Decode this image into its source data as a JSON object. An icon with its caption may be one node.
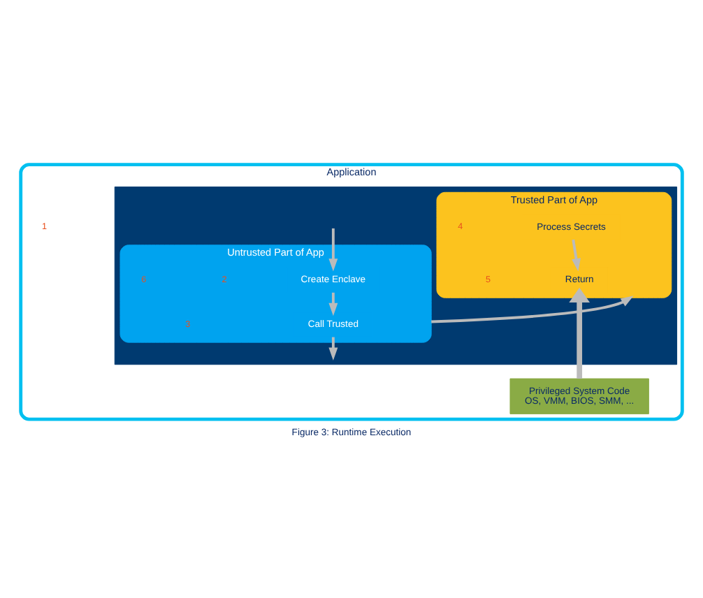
{
  "diagram": {
    "caption": "Figure 3: Runtime Execution",
    "nodes": [
      {
        "text": [
          "Application"
        ]
      },
      {
        "text": [],
        "shape": "box",
        "in": 0
      },
      {
        "text": [
          "Untrusted Part of App"
        ],
        "in": 1
      },
      {
        "text": [
          "Create Enclave"
        ],
        "in": 2
      },
      {
        "text": [
          "Call Trusted"
        ],
        "in": 2
      },
      {
        "text": [
          "Trusted Part of App"
        ],
        "in": 1
      },
      {
        "text": [
          "Process Secrets"
        ],
        "in": 5
      },
      {
        "text": [
          "Return"
        ],
        "in": 5
      },
      {
        "text": [
          "Privileged System Code",
          "OS, VMM, BIOS, SMM, ..."
        ],
        "in": 0
      }
    ],
    "edges": [
      {
        "from": null,
        "to": 3,
        "arrow": "to"
      },
      {
        "from": 3,
        "to": 4,
        "arrow": "to"
      },
      {
        "from": 4,
        "to": null,
        "arrow": "to"
      },
      {
        "from": 2,
        "to": 5,
        "arrow": "to"
      },
      {
        "from": 6,
        "to": 7,
        "arrow": "to"
      },
      {
        "from": 8,
        "to": 7,
        "arrow": "to",
        "style": "thick"
      }
    ],
    "labels": [
      "1",
      "2",
      "3",
      "4",
      "5",
      "6"
    ]
  }
}
